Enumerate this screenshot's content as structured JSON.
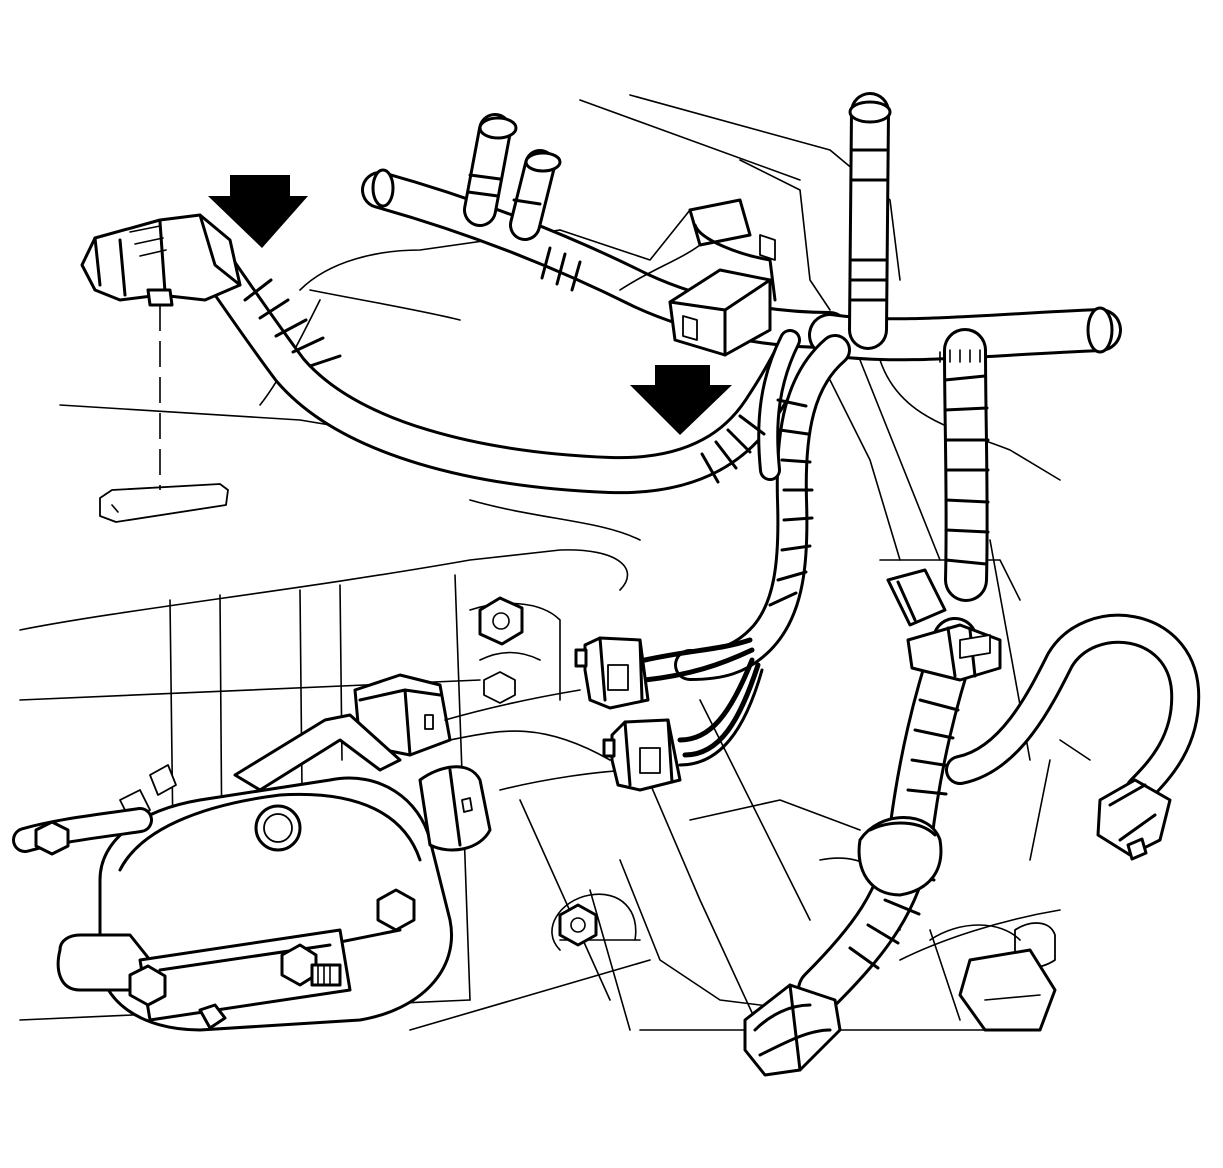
{
  "diagram": {
    "kind": "line-art technical illustration",
    "colors": {
      "background": "#ffffff",
      "ink": "#000000"
    },
    "callouts": [
      {
        "id": "arrow-upper-left",
        "shape": "down-arrow"
      },
      {
        "id": "arrow-center",
        "shape": "down-arrow"
      }
    ],
    "components": [
      "harness-connector-upper-left",
      "clip-retainer",
      "wiring-harness-main",
      "wiring-harness-branch-right",
      "inline-connector-upper",
      "inline-connector-lower",
      "position-switch",
      "bracket-connector",
      "sensor-connector-right",
      "sensor-connector-bottom",
      "bolts"
    ]
  }
}
